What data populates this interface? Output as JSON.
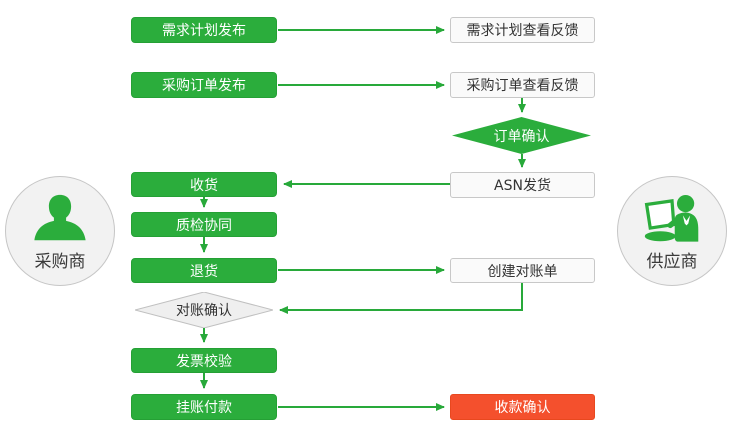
{
  "actors": {
    "buyer": "采购商",
    "supplier": "供应商"
  },
  "nodes": {
    "demand_plan_publish": "需求计划发布",
    "demand_plan_feedback": "需求计划查看反馈",
    "po_publish": "采购订单发布",
    "po_feedback": "采购订单查看反馈",
    "order_confirm": "订单确认",
    "asn_ship": "ASN发货",
    "receive": "收货",
    "quality_collaboration": "质检协同",
    "return_goods": "退货",
    "create_statement": "创建对账单",
    "reconcile_confirm": "对账确认",
    "invoice_check": "发票校验",
    "book_payment": "挂账付款",
    "receipt_confirm": "收款确认"
  },
  "colors": {
    "green": "#2bad3c",
    "red": "#f4502d",
    "light_box_fill": "#fafafa",
    "light_box_border": "#c8c8c8",
    "gray_diamond_fill": "#efefef",
    "gray_diamond_border": "#c0c0c0",
    "actor_circle_fill": "#f2f2f2",
    "text_dark": "#333333"
  }
}
